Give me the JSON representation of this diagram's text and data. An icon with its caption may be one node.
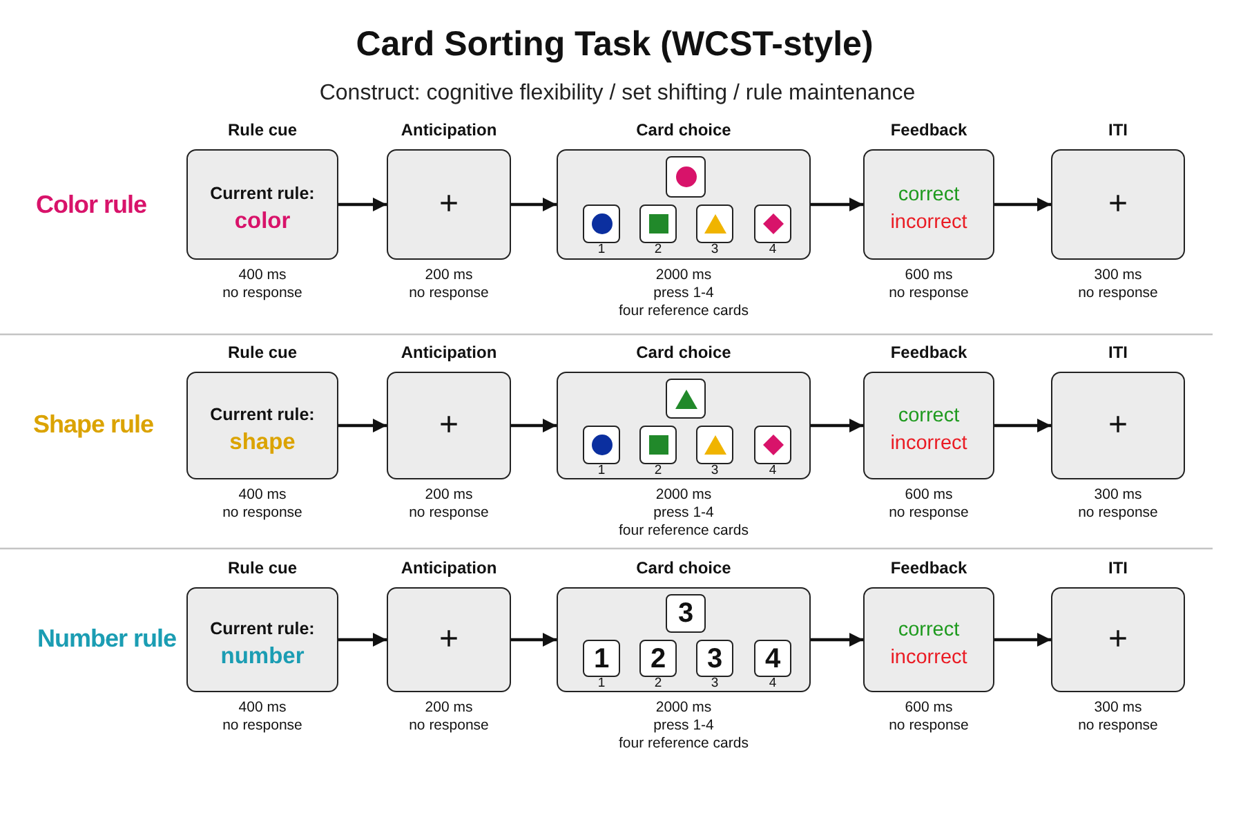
{
  "diagram": {
    "title": "Card Sorting Task (WCST-style)",
    "nodes": [
      {
        "text": [
          "Rule cue",
          "Current rule:",
          "color"
        ],
        "beside": [
          "400 ms",
          "no response"
        ]
      },
      {
        "text": [
          "Anticipation",
          "+"
        ],
        "beside": [
          "200 ms",
          "no response"
        ]
      },
      {
        "text": [
          "Card choice"
        ],
        "beside": [
          "2000 ms",
          "press 1-4",
          "four reference cards"
        ]
      },
      {
        "text": [],
        "shape": "box",
        "in": 2
      },
      {
        "text": [],
        "shape": "circle",
        "in": 3
      },
      {
        "text": [],
        "shape": "box",
        "in": 2,
        "beside": [
          "1"
        ]
      },
      {
        "text": [],
        "shape": "circle",
        "in": 5
      },
      {
        "text": [],
        "shape": "box",
        "in": 2,
        "beside": [
          "2"
        ]
      },
      {
        "text": [],
        "shape": "square",
        "in": 7
      },
      {
        "text": [],
        "shape": "box",
        "in": 2,
        "beside": [
          "3"
        ]
      },
      {
        "text": [],
        "shape": "triangle",
        "in": 9
      },
      {
        "text": [],
        "shape": "box",
        "in": 2,
        "beside": [
          "4"
        ]
      },
      {
        "text": [],
        "shape": "diamond",
        "in": 11
      },
      {
        "text": [
          "Feedback",
          "correct",
          "incorrect"
        ],
        "beside": [
          "600 ms",
          "no response"
        ]
      },
      {
        "text": [
          "ITI",
          "+"
        ],
        "beside": [
          "300 ms",
          "no response"
        ]
      },
      {
        "text": [
          "Rule cue",
          "Current rule:",
          "shape"
        ],
        "beside": [
          "400 ms",
          "no response"
        ]
      },
      {
        "text": [
          "Anticipation",
          "+"
        ],
        "beside": [
          "200 ms",
          "no response"
        ]
      },
      {
        "text": [
          "Card choice"
        ],
        "beside": [
          "2000 ms",
          "press 1-4",
          "four reference cards"
        ]
      },
      {
        "text": [],
        "shape": "box",
        "in": 17
      },
      {
        "text": [],
        "shape": "triangle",
        "in": 18
      },
      {
        "text": [],
        "shape": "box",
        "in": 17,
        "beside": [
          "1"
        ]
      },
      {
        "text": [],
        "shape": "circle",
        "in": 20
      },
      {
        "text": [],
        "shape": "box",
        "in": 17,
        "beside": [
          "2"
        ]
      },
      {
        "text": [],
        "shape": "square",
        "in": 22
      },
      {
        "text": [],
        "shape": "box",
        "in": 17,
        "beside": [
          "3"
        ]
      },
      {
        "text": [],
        "shape": "triangle",
        "in": 24
      },
      {
        "text": [],
        "shape": "box",
        "in": 17,
        "beside": [
          "4"
        ]
      },
      {
        "text": [],
        "shape": "diamond",
        "in": 26
      },
      {
        "text": [
          "Feedback",
          "correct",
          "incorrect"
        ],
        "beside": [
          "600 ms",
          "no response"
        ]
      },
      {
        "text": [
          "ITI",
          "+"
        ],
        "beside": [
          "300 ms",
          "no response"
        ]
      },
      {
        "text": [
          "Rule cue",
          "Current rule:",
          "number"
        ],
        "beside": [
          "400 ms",
          "no response"
        ]
      },
      {
        "text": [
          "Anticipation",
          "+"
        ],
        "beside": [
          "200 ms",
          "no response"
        ]
      },
      {
        "text": [
          "Card choice"
        ],
        "beside": [
          "2000 ms",
          "press 1-4",
          "four reference cards"
        ]
      },
      {
        "text": [
          "3"
        ],
        "in": 32
      },
      {
        "text": [
          "1"
        ],
        "in": 32,
        "beside": [
          "1"
        ]
      },
      {
        "text": [
          "2"
        ],
        "in": 32,
        "beside": [
          "2"
        ]
      },
      {
        "text": [
          "3"
        ],
        "in": 32,
        "beside": [
          "3"
        ]
      },
      {
        "text": [
          "4"
        ],
        "in": 32,
        "beside": [
          "4"
        ]
      },
      {
        "text": [
          "Feedback",
          "correct",
          "incorrect"
        ],
        "beside": [
          "600 ms",
          "no response"
        ]
      },
      {
        "text": [
          "ITI",
          "+"
        ],
        "beside": [
          "300 ms",
          "no response"
        ]
      }
    ],
    "edges": [
      {
        "from": 0,
        "to": 1,
        "arrow": "to"
      },
      {
        "from": 1,
        "to": 2,
        "arrow": "to"
      },
      {
        "from": 2,
        "to": 13,
        "arrow": "to"
      },
      {
        "from": 13,
        "to": 14,
        "arrow": "to"
      },
      {
        "from": 15,
        "to": 16,
        "arrow": "to"
      },
      {
        "from": 16,
        "to": 17,
        "arrow": "to"
      },
      {
        "from": 17,
        "to": 28,
        "arrow": "to"
      },
      {
        "from": 28,
        "to": 29,
        "arrow": "to"
      },
      {
        "from": 30,
        "to": 31,
        "arrow": "to"
      },
      {
        "from": 31,
        "to": 32,
        "arrow": "to"
      },
      {
        "from": 32,
        "to": 38,
        "arrow": "to"
      },
      {
        "from": 38,
        "to": 39,
        "arrow": "to"
      }
    ],
    "labels": [
      "Construct: cognitive flexibility / set shifting / rule maintenance",
      "Color rule",
      "Shape rule",
      "Number rule"
    ]
  }
}
